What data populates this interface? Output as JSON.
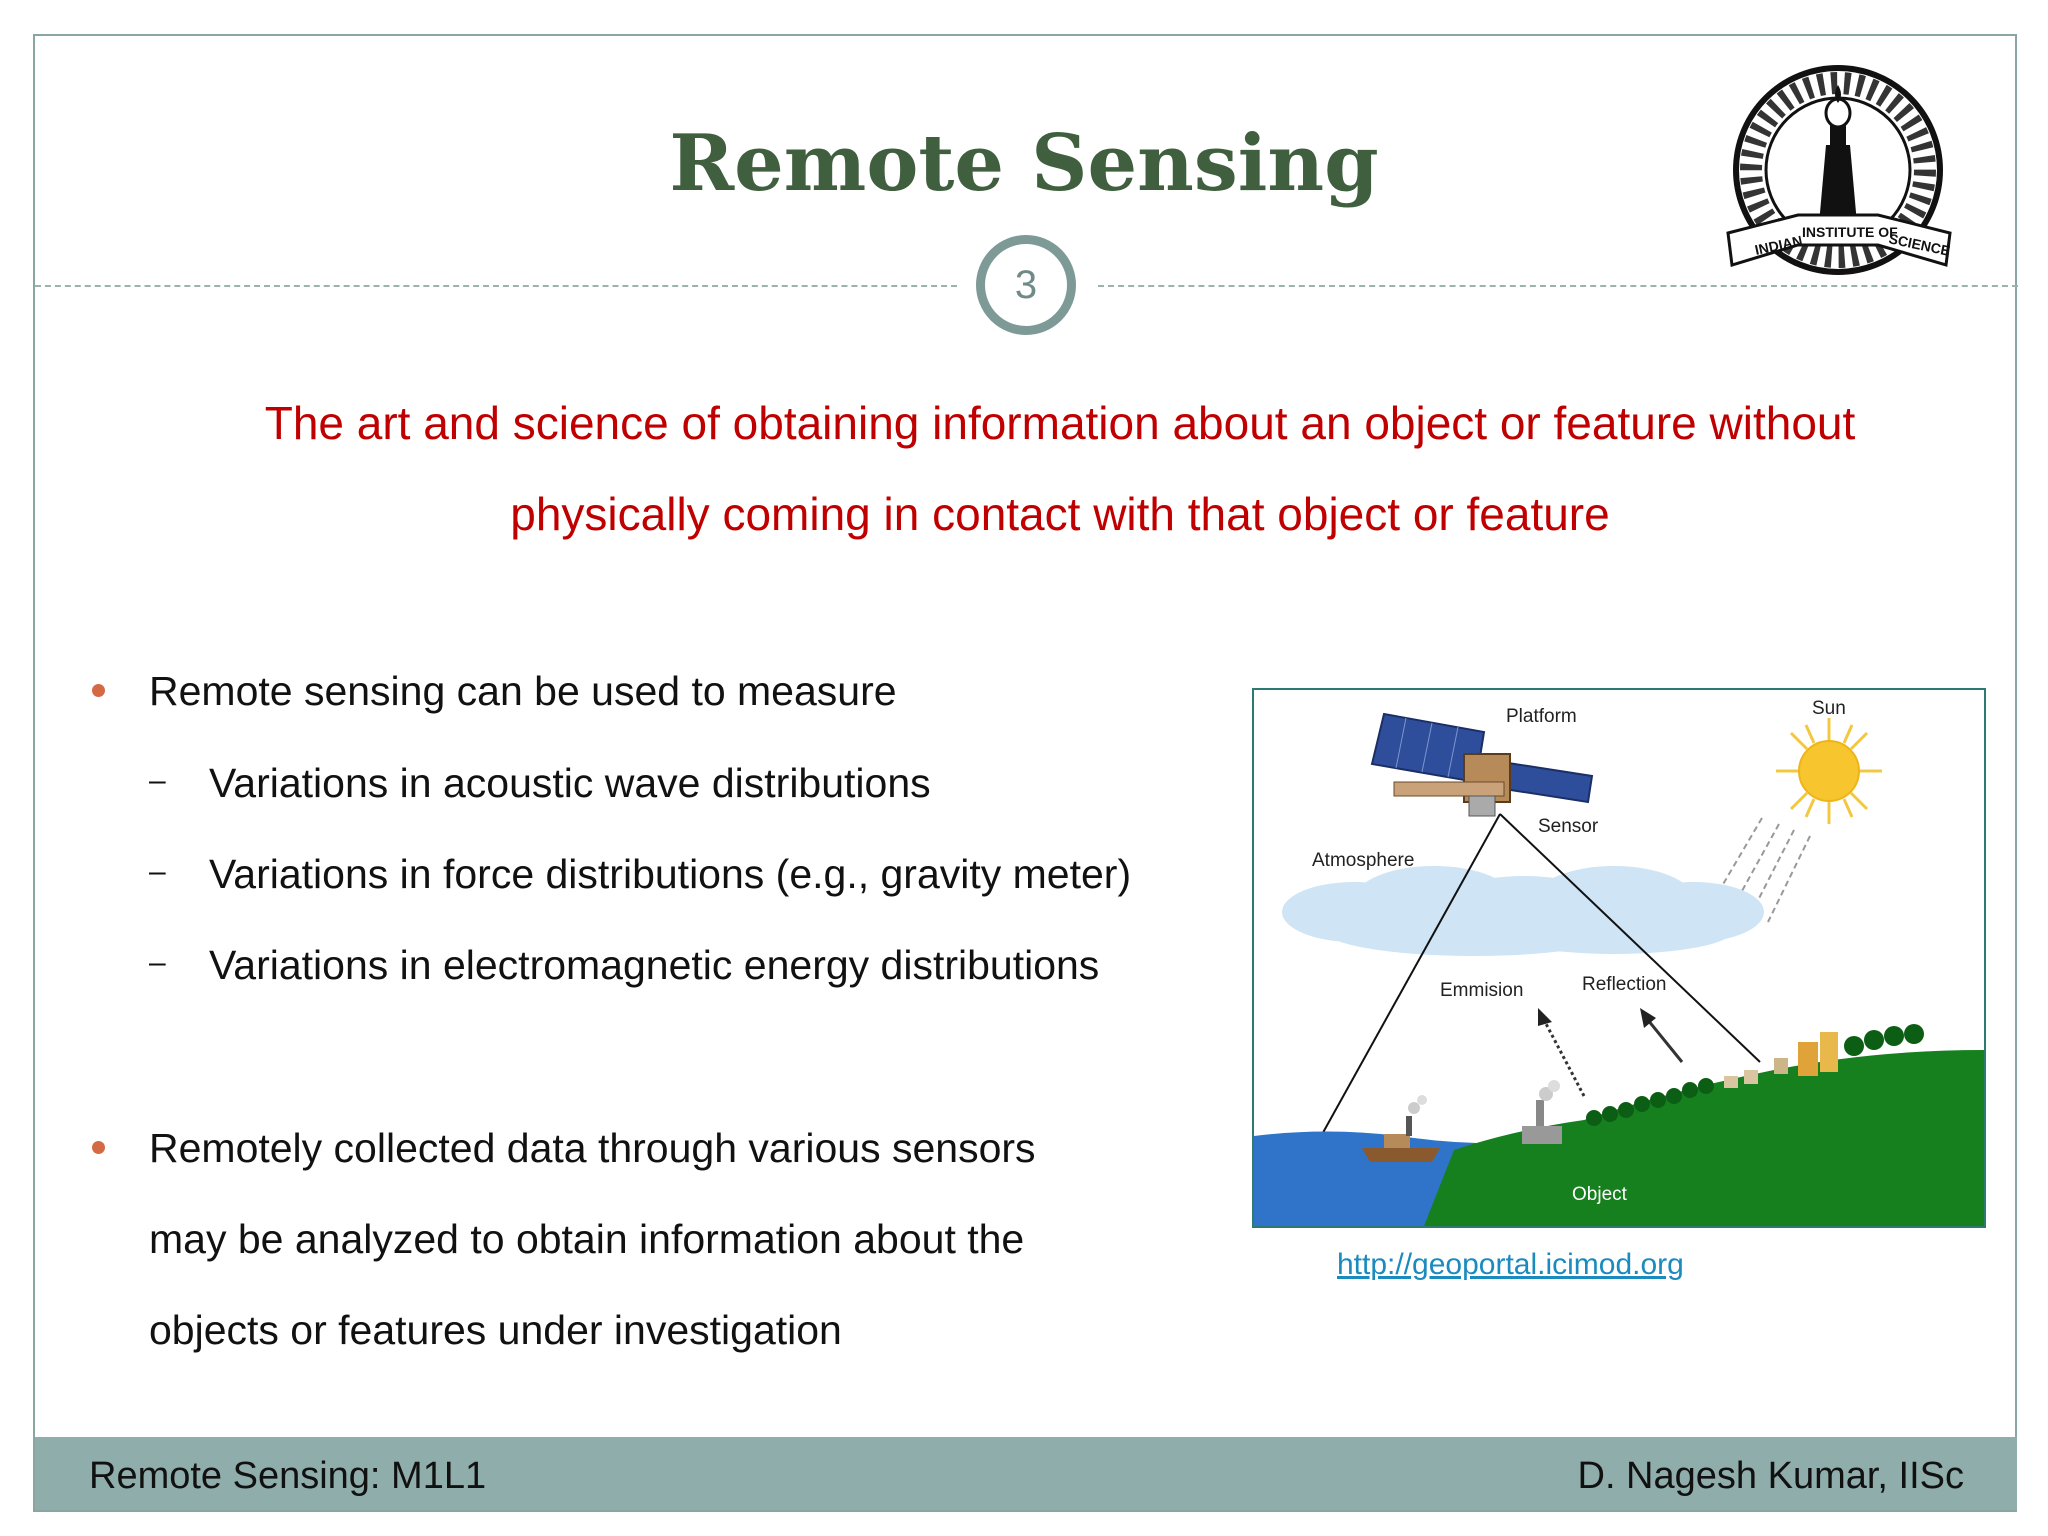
{
  "slide": {
    "title": "Remote Sensing",
    "page_number": "3",
    "definition_line1": "The art and science of obtaining information about an object or feature without",
    "definition_line2": "physically coming in contact with that object or feature"
  },
  "bullets": {
    "b1": "Remote sensing can be used to measure",
    "b1_subs": [
      "Variations in acoustic wave distributions",
      "Variations in force distributions (e.g., gravity meter)",
      "Variations in electromagnetic energy distributions"
    ],
    "b2_lines": [
      "Remotely collected data through various sensors",
      "may be analyzed to obtain information about the",
      "objects or features under investigation"
    ]
  },
  "figure": {
    "labels": {
      "platform": "Platform",
      "sun": "Sun",
      "sensor": "Sensor",
      "atmosphere": "Atmosphere",
      "emission": "Emmision",
      "reflection": "Reflection",
      "object": "Object"
    },
    "source_link": "http://geoportal.icimod.org"
  },
  "logo": {
    "text_left": "INDIAN",
    "text_middle": "INSTITUTE OF",
    "text_right": "SCIENCE"
  },
  "footer": {
    "left": "Remote Sensing: M1L1",
    "right": "D. Nagesh Kumar, IISc"
  },
  "colors": {
    "title": "#3f5f3f",
    "definition": "#c00000",
    "bullet": "#d46a43",
    "footer_bar": "#8fadaa",
    "link": "#1b8bbf"
  }
}
